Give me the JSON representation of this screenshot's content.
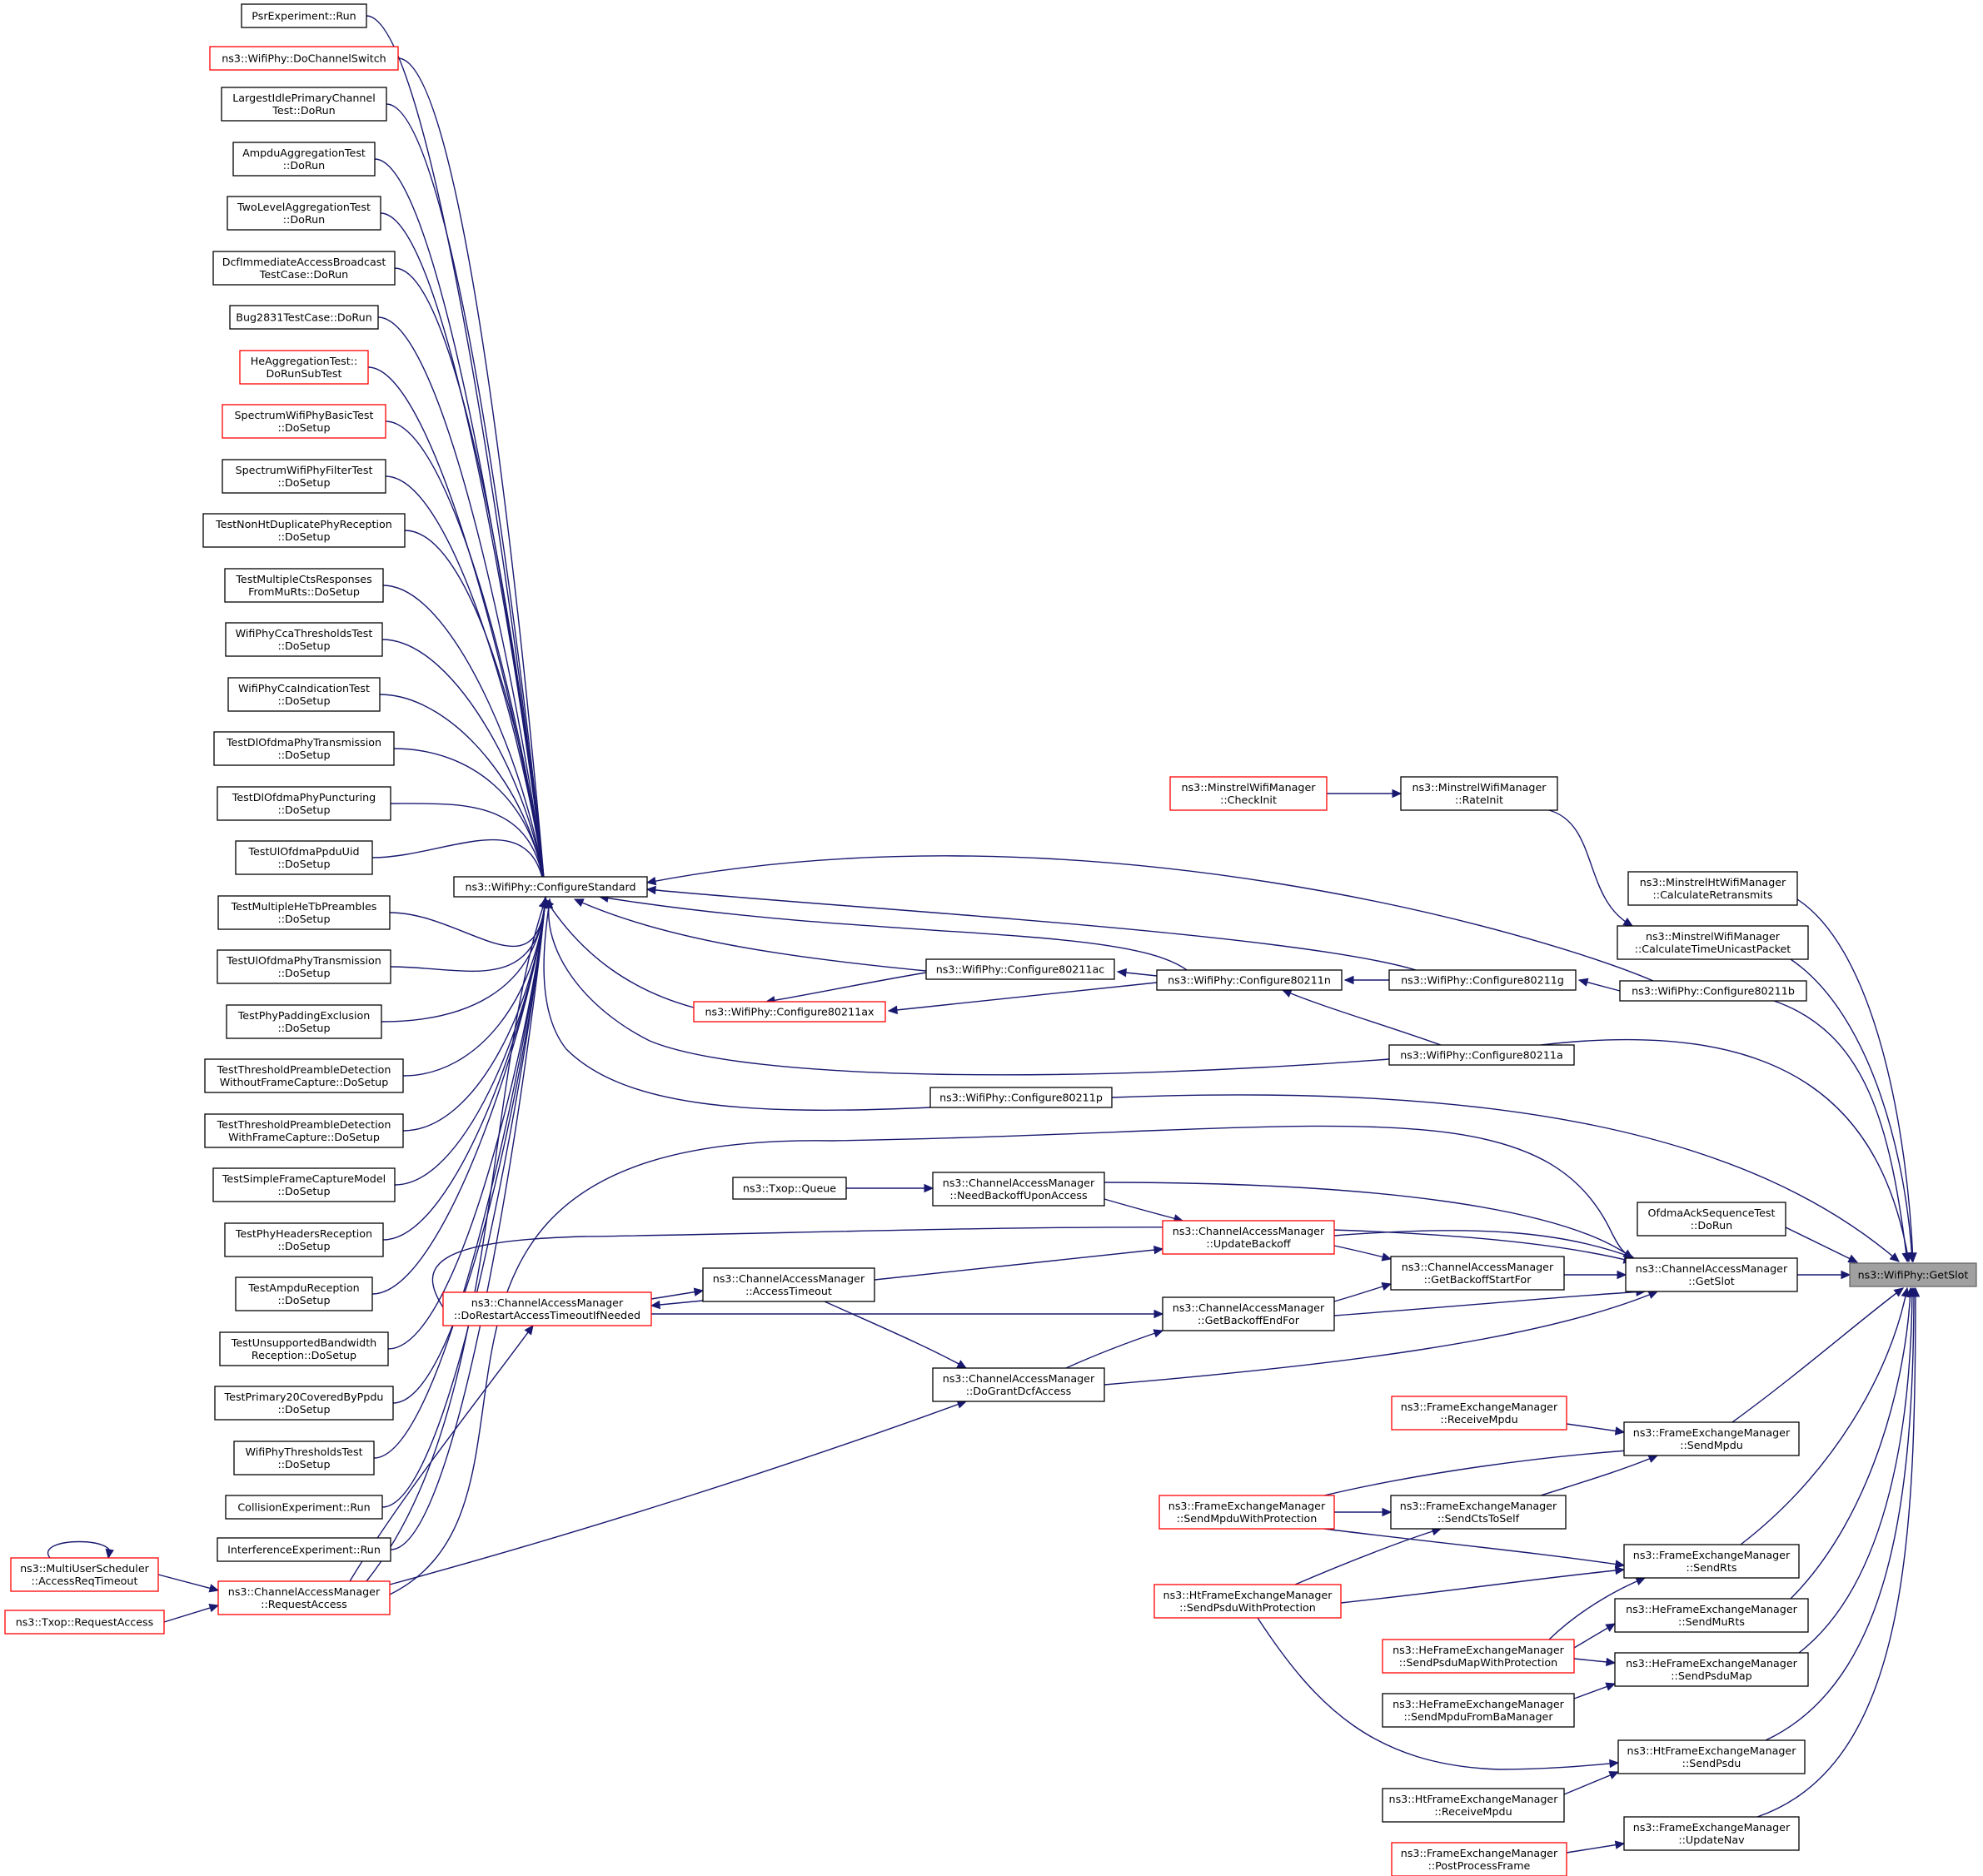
{
  "graph": {
    "root": "GetSlot",
    "colors": {
      "edge": "#191970",
      "root_fill": "#a0a0a0",
      "incomplete_border": "#ff0000",
      "border": "#000000"
    },
    "nodes": [
      {
        "id": "GetSlot",
        "lines": [
          "ns3::WifiPhy::GetSlot"
        ],
        "root": true
      },
      {
        "id": "PsrRun",
        "lines": [
          "PsrExperiment::Run"
        ]
      },
      {
        "id": "DoChannelSwitch",
        "lines": [
          "ns3::WifiPhy::DoChannelSwitch"
        ],
        "red": true
      },
      {
        "id": "LargestIdle",
        "lines": [
          "LargestIdlePrimaryChannel",
          "Test::DoRun"
        ]
      },
      {
        "id": "AmpduAgg",
        "lines": [
          "AmpduAggregationTest",
          "::DoRun"
        ]
      },
      {
        "id": "TwoLevel",
        "lines": [
          "TwoLevelAggregationTest",
          "::DoRun"
        ]
      },
      {
        "id": "DcfImm",
        "lines": [
          "DcfImmediateAccessBroadcast",
          "TestCase::DoRun"
        ]
      },
      {
        "id": "Bug2831",
        "lines": [
          "Bug2831TestCase::DoRun"
        ]
      },
      {
        "id": "HeAgg",
        "lines": [
          "HeAggregationTest::",
          "DoRunSubTest"
        ],
        "red": true
      },
      {
        "id": "SpecBasic",
        "lines": [
          "SpectrumWifiPhyBasicTest",
          "::DoSetup"
        ],
        "red": true
      },
      {
        "id": "SpecFilter",
        "lines": [
          "SpectrumWifiPhyFilterTest",
          "::DoSetup"
        ]
      },
      {
        "id": "NonHtDup",
        "lines": [
          "TestNonHtDuplicatePhyReception",
          "::DoSetup"
        ]
      },
      {
        "id": "MultiCts",
        "lines": [
          "TestMultipleCtsResponses",
          "FromMuRts::DoSetup"
        ]
      },
      {
        "id": "CcaThr",
        "lines": [
          "WifiPhyCcaThresholdsTest",
          "::DoSetup"
        ]
      },
      {
        "id": "CcaInd",
        "lines": [
          "WifiPhyCcaIndicationTest",
          "::DoSetup"
        ]
      },
      {
        "id": "DlOfdmaTx",
        "lines": [
          "TestDlOfdmaPhyTransmission",
          "::DoSetup"
        ]
      },
      {
        "id": "DlOfdmaPunct",
        "lines": [
          "TestDlOfdmaPhyPuncturing",
          "::DoSetup"
        ]
      },
      {
        "id": "UlPpduUid",
        "lines": [
          "TestUlOfdmaPpduUid",
          "::DoSetup"
        ]
      },
      {
        "id": "MultiHeTb",
        "lines": [
          "TestMultipleHeTbPreambles",
          "::DoSetup"
        ]
      },
      {
        "id": "UlOfdmaTx",
        "lines": [
          "TestUlOfdmaPhyTransmission",
          "::DoSetup"
        ]
      },
      {
        "id": "PhyPadding",
        "lines": [
          "TestPhyPaddingExclusion",
          "::DoSetup"
        ]
      },
      {
        "id": "ThrNoCap",
        "lines": [
          "TestThresholdPreambleDetection",
          "WithoutFrameCapture::DoSetup"
        ]
      },
      {
        "id": "ThrCap",
        "lines": [
          "TestThresholdPreambleDetection",
          "WithFrameCapture::DoSetup"
        ]
      },
      {
        "id": "SimpleCap",
        "lines": [
          "TestSimpleFrameCaptureModel",
          "::DoSetup"
        ]
      },
      {
        "id": "PhyHeaders",
        "lines": [
          "TestPhyHeadersReception",
          "::DoSetup"
        ]
      },
      {
        "id": "AmpduRx",
        "lines": [
          "TestAmpduReception",
          "::DoSetup"
        ]
      },
      {
        "id": "UnsupBw",
        "lines": [
          "TestUnsupportedBandwidth",
          "Reception::DoSetup"
        ]
      },
      {
        "id": "Primary20",
        "lines": [
          "TestPrimary20CoveredByPpdu",
          "::DoSetup"
        ]
      },
      {
        "id": "PhyThr",
        "lines": [
          "WifiPhyThresholdsTest",
          "::DoSetup"
        ]
      },
      {
        "id": "CollisionRun",
        "lines": [
          "CollisionExperiment::Run"
        ]
      },
      {
        "id": "InterfRun",
        "lines": [
          "InterferenceExperiment::Run"
        ]
      },
      {
        "id": "MuSched",
        "lines": [
          "ns3::MultiUserScheduler",
          "::AccessReqTimeout"
        ],
        "red": true
      },
      {
        "id": "TxopReq",
        "lines": [
          "ns3::Txop::RequestAccess"
        ],
        "red": true
      },
      {
        "id": "CamReq",
        "lines": [
          "ns3::ChannelAccessManager",
          "::RequestAccess"
        ],
        "red": true
      },
      {
        "id": "ConfigStd",
        "lines": [
          "ns3::WifiPhy::ConfigureStandard"
        ]
      },
      {
        "id": "MinstrelCheck",
        "lines": [
          "ns3::MinstrelWifiManager",
          "::CheckInit"
        ],
        "red": true
      },
      {
        "id": "MinstrelRate",
        "lines": [
          "ns3::MinstrelWifiManager",
          "::RateInit"
        ]
      },
      {
        "id": "MinHtRetx",
        "lines": [
          "ns3::MinstrelHtWifiManager",
          "::CalculateRetransmits"
        ]
      },
      {
        "id": "MinTimeUni",
        "lines": [
          "ns3::MinstrelWifiManager",
          "::CalculateTimeUnicastPacket"
        ]
      },
      {
        "id": "Cfg11ac",
        "lines": [
          "ns3::WifiPhy::Configure80211ac"
        ]
      },
      {
        "id": "Cfg11ax",
        "lines": [
          "ns3::WifiPhy::Configure80211ax"
        ],
        "red": true
      },
      {
        "id": "Cfg11n",
        "lines": [
          "ns3::WifiPhy::Configure80211n"
        ]
      },
      {
        "id": "Cfg11g",
        "lines": [
          "ns3::WifiPhy::Configure80211g"
        ]
      },
      {
        "id": "Cfg11b",
        "lines": [
          "ns3::WifiPhy::Configure80211b"
        ]
      },
      {
        "id": "Cfg11a",
        "lines": [
          "ns3::WifiPhy::Configure80211a"
        ]
      },
      {
        "id": "Cfg11p",
        "lines": [
          "ns3::WifiPhy::Configure80211p"
        ]
      },
      {
        "id": "TxopQueue",
        "lines": [
          "ns3::Txop::Queue"
        ]
      },
      {
        "id": "CamNeed",
        "lines": [
          "ns3::ChannelAccessManager",
          "::NeedBackoffUponAccess"
        ]
      },
      {
        "id": "CamUpdate",
        "lines": [
          "ns3::ChannelAccessManager",
          "::UpdateBackoff"
        ],
        "red": true
      },
      {
        "id": "CamAccTimeout",
        "lines": [
          "ns3::ChannelAccessManager",
          "::AccessTimeout"
        ]
      },
      {
        "id": "CamRestart",
        "lines": [
          "ns3::ChannelAccessManager",
          "::DoRestartAccessTimeoutIfNeeded"
        ],
        "red": true
      },
      {
        "id": "CamStartFor",
        "lines": [
          "ns3::ChannelAccessManager",
          "::GetBackoffStartFor"
        ]
      },
      {
        "id": "CamEndFor",
        "lines": [
          "ns3::ChannelAccessManager",
          "::GetBackoffEndFor"
        ]
      },
      {
        "id": "CamGrant",
        "lines": [
          "ns3::ChannelAccessManager",
          "::DoGrantDcfAccess"
        ]
      },
      {
        "id": "CamGetSlot",
        "lines": [
          "ns3::ChannelAccessManager",
          "::GetSlot"
        ]
      },
      {
        "id": "OfdmaAck",
        "lines": [
          "OfdmaAckSequenceTest",
          "::DoRun"
        ]
      },
      {
        "id": "FemRecvMpdu",
        "lines": [
          "ns3::FrameExchangeManager",
          "::ReceiveMpdu"
        ],
        "red": true
      },
      {
        "id": "FemSendMpdu",
        "lines": [
          "ns3::FrameExchangeManager",
          "::SendMpdu"
        ]
      },
      {
        "id": "FemMpduProt",
        "lines": [
          "ns3::FrameExchangeManager",
          "::SendMpduWithProtection"
        ],
        "red": true
      },
      {
        "id": "FemCtsSelf",
        "lines": [
          "ns3::FrameExchangeManager",
          "::SendCtsToSelf"
        ]
      },
      {
        "id": "FemSendRts",
        "lines": [
          "ns3::FrameExchangeManager",
          "::SendRts"
        ]
      },
      {
        "id": "HtPsduProt",
        "lines": [
          "ns3::HtFrameExchangeManager",
          "::SendPsduWithProtection"
        ],
        "red": true
      },
      {
        "id": "HeMuRts",
        "lines": [
          "ns3::HeFrameExchangeManager",
          "::SendMuRts"
        ]
      },
      {
        "id": "HePsduMapProt",
        "lines": [
          "ns3::HeFrameExchangeManager",
          "::SendPsduMapWithProtection"
        ],
        "red": true
      },
      {
        "id": "HePsduMap",
        "lines": [
          "ns3::HeFrameExchangeManager",
          "::SendPsduMap"
        ]
      },
      {
        "id": "HeMpduBa",
        "lines": [
          "ns3::HeFrameExchangeManager",
          "::SendMpduFromBaManager"
        ]
      },
      {
        "id": "HtSendPsdu",
        "lines": [
          "ns3::HtFrameExchangeManager",
          "::SendPsdu"
        ]
      },
      {
        "id": "HtRecvMpdu",
        "lines": [
          "ns3::HtFrameExchangeManager",
          "::ReceiveMpdu"
        ]
      },
      {
        "id": "FemUpdateNav",
        "lines": [
          "ns3::FrameExchangeManager",
          "::UpdateNav"
        ]
      },
      {
        "id": "FemPostProc",
        "lines": [
          "ns3::FrameExchangeManager",
          "::PostProcessFrame"
        ],
        "red": true
      }
    ],
    "edges": [
      [
        "PsrRun",
        "ConfigStd"
      ],
      [
        "DoChannelSwitch",
        "ConfigStd"
      ],
      [
        "LargestIdle",
        "ConfigStd"
      ],
      [
        "AmpduAgg",
        "ConfigStd"
      ],
      [
        "TwoLevel",
        "ConfigStd"
      ],
      [
        "DcfImm",
        "ConfigStd"
      ],
      [
        "Bug2831",
        "ConfigStd"
      ],
      [
        "HeAgg",
        "ConfigStd"
      ],
      [
        "SpecBasic",
        "ConfigStd"
      ],
      [
        "SpecFilter",
        "ConfigStd"
      ],
      [
        "NonHtDup",
        "ConfigStd"
      ],
      [
        "MultiCts",
        "ConfigStd"
      ],
      [
        "CcaThr",
        "ConfigStd"
      ],
      [
        "CcaInd",
        "ConfigStd"
      ],
      [
        "DlOfdmaTx",
        "ConfigStd"
      ],
      [
        "DlOfdmaPunct",
        "ConfigStd"
      ],
      [
        "UlPpduUid",
        "ConfigStd"
      ],
      [
        "MultiHeTb",
        "ConfigStd"
      ],
      [
        "UlOfdmaTx",
        "ConfigStd"
      ],
      [
        "PhyPadding",
        "ConfigStd"
      ],
      [
        "ThrNoCap",
        "ConfigStd"
      ],
      [
        "ThrCap",
        "ConfigStd"
      ],
      [
        "SimpleCap",
        "ConfigStd"
      ],
      [
        "PhyHeaders",
        "ConfigStd"
      ],
      [
        "AmpduRx",
        "ConfigStd"
      ],
      [
        "UnsupBw",
        "ConfigStd"
      ],
      [
        "Primary20",
        "ConfigStd"
      ],
      [
        "PhyThr",
        "ConfigStd"
      ],
      [
        "CollisionRun",
        "ConfigStd"
      ],
      [
        "InterfRun",
        "ConfigStd"
      ],
      [
        "CamReq",
        "ConfigStd"
      ],
      [
        "Cfg11ac",
        "ConfigStd"
      ],
      [
        "Cfg11ax",
        "ConfigStd"
      ],
      [
        "Cfg11n",
        "ConfigStd"
      ],
      [
        "Cfg11g",
        "ConfigStd"
      ],
      [
        "Cfg11b",
        "ConfigStd"
      ],
      [
        "Cfg11a",
        "ConfigStd"
      ],
      [
        "Cfg11p",
        "ConfigStd"
      ],
      [
        "Cfg11n",
        "Cfg11ac"
      ],
      [
        "Cfg11n",
        "Cfg11ax"
      ],
      [
        "Cfg11ac",
        "Cfg11ax"
      ],
      [
        "Cfg11g",
        "Cfg11n"
      ],
      [
        "Cfg11a",
        "Cfg11n"
      ],
      [
        "Cfg11b",
        "Cfg11g"
      ],
      [
        "MinstrelCheck",
        "MinstrelRate"
      ],
      [
        "MinstrelRate",
        "MinTimeUni"
      ],
      [
        "MuSched",
        "MuSched"
      ],
      [
        "MuSched",
        "CamReq"
      ],
      [
        "TxopReq",
        "CamReq"
      ],
      [
        "CamReq",
        "CamGrant"
      ],
      [
        "CamReq",
        "CamRestart"
      ],
      [
        "CamRestart",
        "CamAccTimeout"
      ],
      [
        "CamAccTimeout",
        "CamRestart"
      ],
      [
        "CamAccTimeout",
        "CamUpdate"
      ],
      [
        "CamAccTimeout",
        "CamGrant"
      ],
      [
        "TxopQueue",
        "CamNeed"
      ],
      [
        "CamNeed",
        "CamUpdate"
      ],
      [
        "CamRestart",
        "CamEndFor"
      ],
      [
        "CamGrant",
        "CamEndFor"
      ],
      [
        "CamEndFor",
        "CamStartFor"
      ],
      [
        "CamUpdate",
        "CamStartFor"
      ],
      [
        "CamStartFor",
        "CamGetSlot"
      ],
      [
        "CamUpdate",
        "CamGetSlot"
      ],
      [
        "CamNeed",
        "CamGetSlot"
      ],
      [
        "CamEndFor",
        "CamGetSlot"
      ],
      [
        "CamGrant",
        "CamGetSlot"
      ],
      [
        "CamReq",
        "CamGetSlot"
      ],
      [
        "CamRestart",
        "CamGetSlot"
      ],
      [
        "FemRecvMpdu",
        "FemSendMpdu"
      ],
      [
        "FemMpduProt",
        "FemSendMpdu"
      ],
      [
        "FemCtsSelf",
        "FemSendMpdu"
      ],
      [
        "FemMpduProt",
        "FemCtsSelf"
      ],
      [
        "HtPsduProt",
        "FemCtsSelf"
      ],
      [
        "FemMpduProt",
        "FemSendRts"
      ],
      [
        "HtPsduProt",
        "FemSendRts"
      ],
      [
        "HePsduMapProt",
        "FemSendRts"
      ],
      [
        "HePsduMapProt",
        "HeMuRts"
      ],
      [
        "HePsduMapProt",
        "HePsduMap"
      ],
      [
        "HeMpduBa",
        "HePsduMap"
      ],
      [
        "HtPsduProt",
        "HtSendPsdu"
      ],
      [
        "HtRecvMpdu",
        "HtSendPsdu"
      ],
      [
        "FemPostProc",
        "FemUpdateNav"
      ],
      [
        "MinHtRetx",
        "GetSlot"
      ],
      [
        "MinTimeUni",
        "GetSlot"
      ],
      [
        "Cfg11b",
        "GetSlot"
      ],
      [
        "Cfg11a",
        "GetSlot"
      ],
      [
        "Cfg11p",
        "GetSlot"
      ],
      [
        "OfdmaAck",
        "GetSlot"
      ],
      [
        "CamGetSlot",
        "GetSlot"
      ],
      [
        "FemSendMpdu",
        "GetSlot"
      ],
      [
        "FemSendRts",
        "GetSlot"
      ],
      [
        "HeMuRts",
        "GetSlot"
      ],
      [
        "HePsduMap",
        "GetSlot"
      ],
      [
        "HtSendPsdu",
        "GetSlot"
      ],
      [
        "FemUpdateNav",
        "GetSlot"
      ]
    ]
  }
}
